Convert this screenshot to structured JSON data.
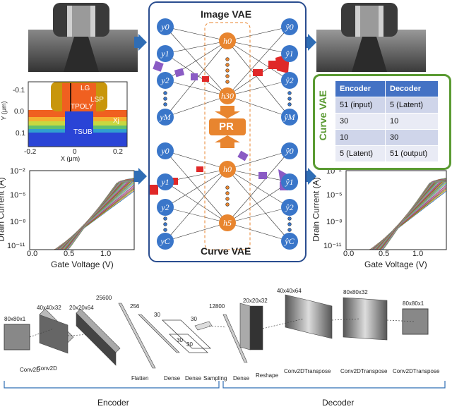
{
  "top": {
    "image_vae_title": "Image VAE",
    "curve_vae_title": "Curve VAE",
    "pr_label": "PR",
    "nodes_image_in": [
      "y0",
      "y1",
      "y2",
      "yM"
    ],
    "nodes_image_out": [
      "ŷ0",
      "ŷ1",
      "ŷ2",
      "ŷM"
    ],
    "latent_image": [
      "h0",
      "h30"
    ],
    "nodes_curve_in": [
      "y0",
      "y1",
      "y2",
      "yC"
    ],
    "nodes_curve_out": [
      "ŷ0",
      "ŷ1",
      "ŷ2",
      "ŷC"
    ],
    "latent_curve": [
      "h0",
      "h5"
    ]
  },
  "device": {
    "y_label": "Y (μm)",
    "x_label": "X (μm)",
    "y_ticks": [
      "-0.1",
      "0.0",
      "0.1"
    ],
    "x_ticks": [
      "-0.2",
      "0",
      "0.2"
    ],
    "labels": [
      "LG",
      "LSP",
      "TPOLY",
      "Xj",
      "TSUB"
    ]
  },
  "curves": {
    "ylabel": "Drain Current (A)",
    "xlabel": "Gate Voltage (V)",
    "y_ticks": [
      "10⁻²",
      "10⁻⁵",
      "10⁻⁸",
      "10⁻¹¹"
    ],
    "x_ticks": [
      "0.0",
      "0.5",
      "1.0"
    ]
  },
  "curve_vae_table": {
    "title": "Curve VAE",
    "headers": [
      "Encoder",
      "Decoder"
    ],
    "rows": [
      [
        "51 (input)",
        "5 (Latent)"
      ],
      [
        "30",
        "10"
      ],
      [
        "10",
        "30"
      ],
      [
        "5 (Latent)",
        "51 (output)"
      ]
    ]
  },
  "cnn": {
    "blocks": [
      {
        "size": "80x80x1",
        "name": "Conv2D"
      },
      {
        "size": "40x40x32",
        "name": "Conv2D"
      },
      {
        "size": "20x20x64",
        "name": ""
      },
      {
        "size": "25600",
        "name": "Flatten"
      },
      {
        "size": "256",
        "name": "Dense"
      },
      {
        "size": "30",
        "name": "Dense"
      },
      {
        "size": "30",
        "name": "Sampling"
      },
      {
        "size": "12800",
        "name": "Dense"
      },
      {
        "size": "20x20x32",
        "name": "Reshape"
      },
      {
        "size": "40x40x64",
        "name": "Conv2DTranspose"
      },
      {
        "size": "80x80x32",
        "name": "Conv2DTranspose"
      },
      {
        "size": "80x80x1",
        "name": "Conv2DTranspose"
      }
    ],
    "small_labels": [
      "30",
      "30"
    ],
    "encoder_label": "Encoder",
    "decoder_label": "Decoder"
  },
  "colors": {
    "node": "#3a76c9",
    "latent": "#e8852f",
    "frame": "#2a4d8f",
    "accent_green": "#5a9a32"
  }
}
